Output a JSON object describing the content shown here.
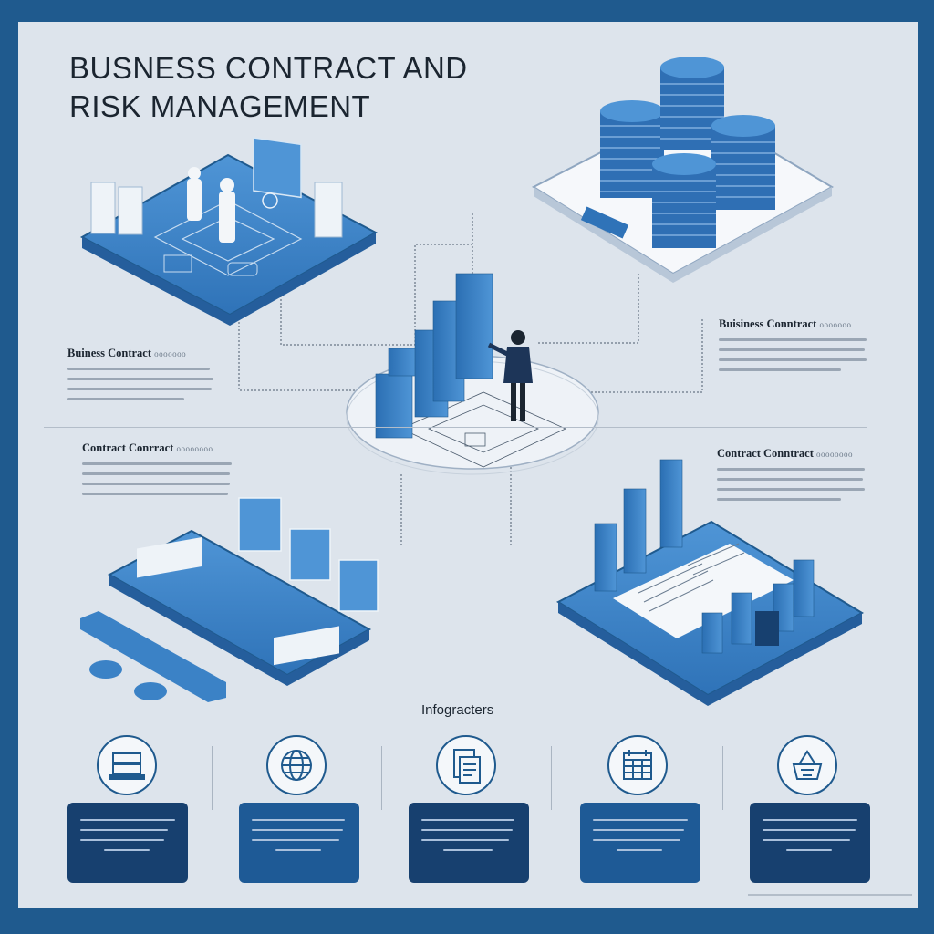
{
  "title": {
    "line1": "BUSNESS  CONTRACT AND",
    "line2": "RISK MANAGEMENT"
  },
  "blocks": {
    "left_top": {
      "heading": "Buiness Contract",
      "sub": "ooooooo"
    },
    "right_top": {
      "heading": "Buisiness Conntract",
      "sub": "ooooooo"
    },
    "left_mid": {
      "heading": "Contract Conrract",
      "sub": "oooooooo"
    },
    "right_mid": {
      "heading": "Contract Conntract",
      "sub": "oooooooo"
    }
  },
  "infographic_label": "Infogracters",
  "icons": [
    "server-icon",
    "globe-icon",
    "document-icon",
    "calendar-icon",
    "basket-icon"
  ],
  "colors": {
    "background": "#dde4ec",
    "border": "#1f5a8e",
    "platform_blue": "#3e86cc",
    "dark_blue": "#17406f"
  }
}
